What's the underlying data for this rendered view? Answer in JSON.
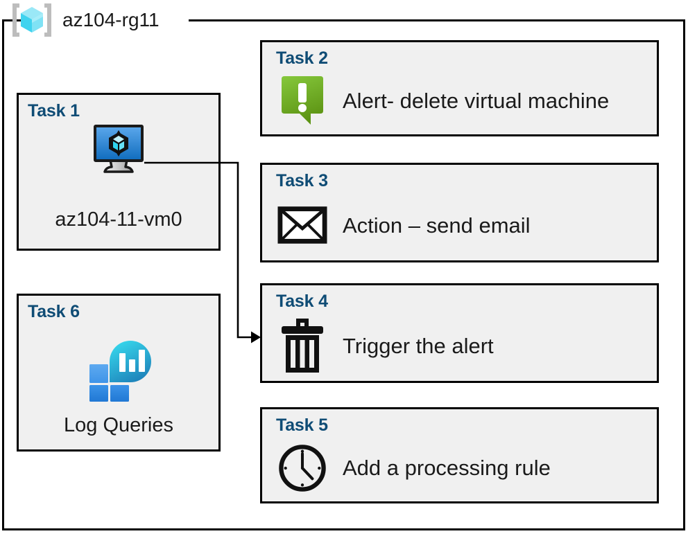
{
  "resource_group": {
    "name": "az104-rg11",
    "icon": "resource-group-cube-icon",
    "border_color": "#000000"
  },
  "colors": {
    "task_title": "#0f4c75",
    "card_background": "#f0f0f0",
    "card_border": "#000000",
    "alert_green_light": "#7cc02e",
    "alert_green_dark": "#5a9216",
    "vm_blue_light": "#5ca8ec",
    "vm_blue_dark": "#0f6cbd",
    "log_cyan": "#2ed0e8",
    "log_blue": "#2a8fe0",
    "page_background": "#ffffff"
  },
  "cards": [
    {
      "id": "task1",
      "title": "Task 1",
      "label": "az104-11-vm0",
      "icon": "virtual-machine-icon",
      "layout": "left"
    },
    {
      "id": "task2",
      "title": "Task 2",
      "label": "Alert- delete virtual machine",
      "icon": "alert-exclamation-icon",
      "layout": "right"
    },
    {
      "id": "task3",
      "title": "Task 3",
      "label": "Action – send email",
      "icon": "envelope-icon",
      "layout": "right"
    },
    {
      "id": "task4",
      "title": "Task 4",
      "label": "Trigger the alert",
      "icon": "trash-delete-icon",
      "layout": "right"
    },
    {
      "id": "task5",
      "title": "Task 5",
      "label": "Add a processing rule",
      "icon": "clock-icon",
      "layout": "right"
    },
    {
      "id": "task6",
      "title": "Task 6",
      "label": "Log Queries",
      "icon": "log-analytics-icon",
      "layout": "left"
    }
  ],
  "connector": {
    "name": "vm-to-trigger-connector",
    "from": "task1-virtual-machine-icon",
    "to": "task4-card",
    "arrow": "arrowhead-right"
  }
}
